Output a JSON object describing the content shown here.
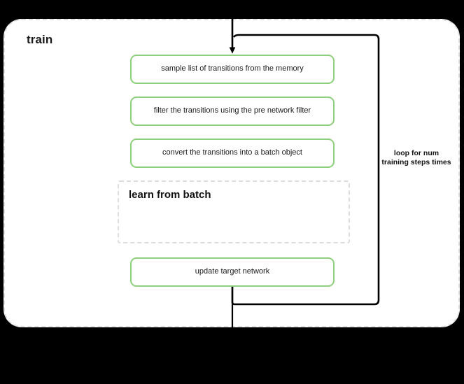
{
  "diagram": {
    "title": "train",
    "container_style": "dashed-rounded-group",
    "steps": [
      {
        "id": "sample",
        "label": "sample list of transitions from the memory",
        "style": "green-rounded-box"
      },
      {
        "id": "filter",
        "label": "filter the transitions using the pre network filter",
        "style": "green-rounded-box"
      },
      {
        "id": "convert",
        "label": "convert the transitions into a batch object",
        "style": "green-rounded-box"
      },
      {
        "id": "update-target",
        "label": "update target network",
        "style": "green-rounded-box"
      }
    ],
    "subprocess": {
      "id": "learn-from-batch",
      "label": "learn from batch",
      "style": "dashed-box"
    },
    "loop": {
      "label": "loop for num training steps times"
    },
    "colors": {
      "step_border": "#8dcf7c",
      "container_border": "#e0e0e0",
      "subprocess_border": "#dcdcdc",
      "connector": "#000000",
      "canvas": "#000000",
      "surface": "#ffffff",
      "text": "#111111"
    }
  }
}
